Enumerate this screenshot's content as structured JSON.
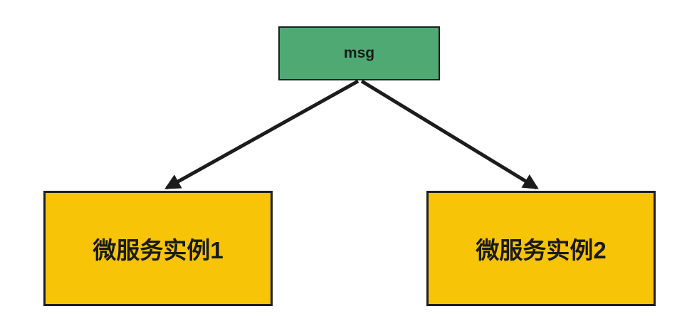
{
  "diagram": {
    "background_color": "#ffffff",
    "arrow": {
      "color": "#1c1c1c"
    },
    "nodes": {
      "msg": {
        "label": "msg",
        "fill": "#4fa972",
        "border": "#1f1f1f",
        "text_color": "#1a1a1a"
      },
      "instance1": {
        "label": "微服务实例1",
        "fill": "#f8c408",
        "border": "#1f1f1f",
        "text_color": "#1a1a1a"
      },
      "instance2": {
        "label": "微服务实例2",
        "fill": "#f8c408",
        "border": "#1f1f1f",
        "text_color": "#1a1a1a"
      }
    },
    "edges": [
      {
        "from": "msg",
        "to": "instance1",
        "type": "arrow"
      },
      {
        "from": "msg",
        "to": "instance2",
        "type": "arrow"
      }
    ]
  }
}
